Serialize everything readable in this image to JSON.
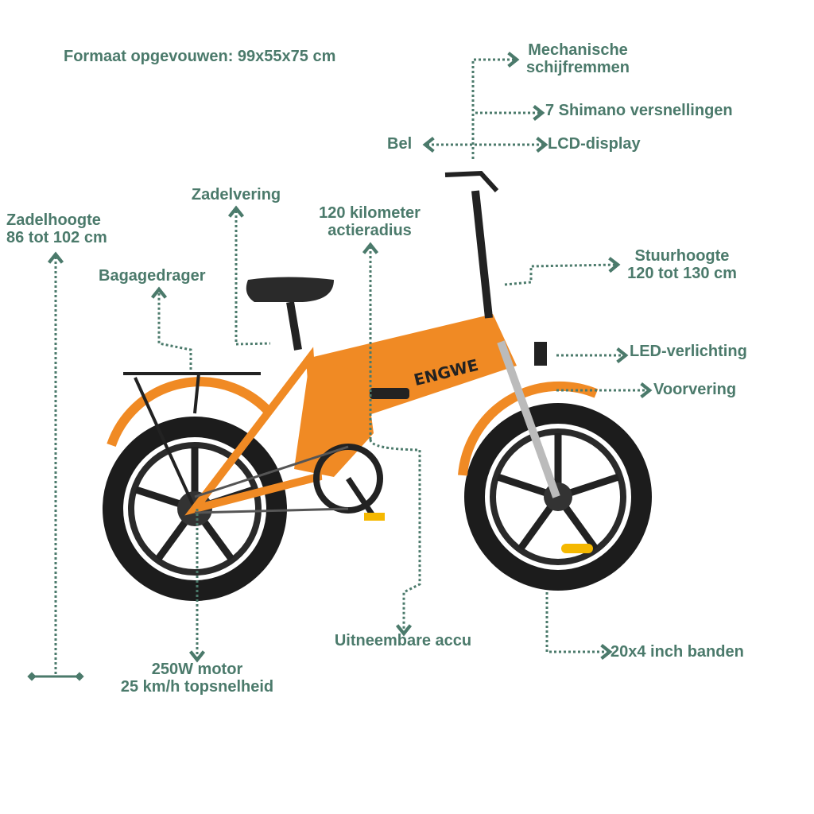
{
  "colors": {
    "label": "#4b7a6b",
    "frame": "#f08a24",
    "tire": "#1c1c1c"
  },
  "brand": "ENGWE",
  "labels": {
    "folded_size": "Formaat opgevouwen: 99x55x75 cm",
    "brakes_1": "Mechanische",
    "brakes_2": "schijfremmen",
    "gears": "7 Shimano versnellingen",
    "bell": "Bel",
    "display": "LCD-display",
    "saddle_suspension": "Zadelvering",
    "saddle_height_1": "Zadelhoogte",
    "saddle_height_2": "86 tot 102 cm",
    "range_1": "120 kilometer",
    "range_2": "actieradius",
    "rack": "Bagagedrager",
    "handlebar_height_1": "Stuurhoogte",
    "handlebar_height_2": "120 tot 130 cm",
    "led": "LED-verlichting",
    "fork": "Voorvering",
    "battery": "Uitneembare accu",
    "tires": "20x4 inch banden",
    "motor_1": "250W motor",
    "motor_2": "25 km/h topsnelheid"
  }
}
